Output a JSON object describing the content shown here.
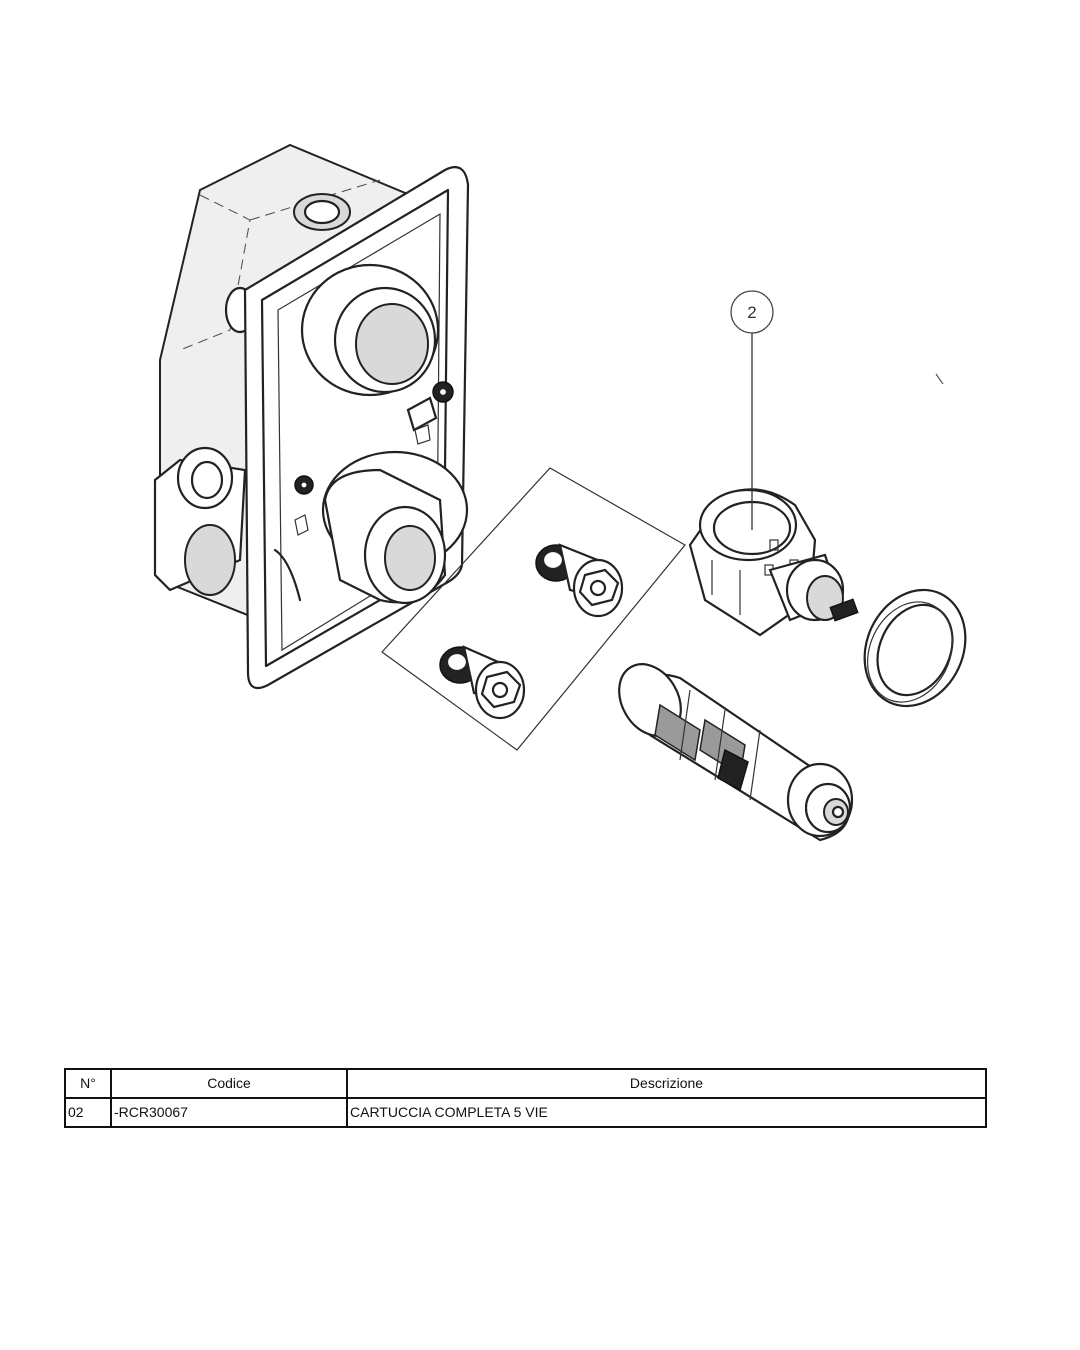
{
  "callout": {
    "number": "2"
  },
  "parts_table": {
    "headers": {
      "number": "N°",
      "code": "Codice",
      "description": "Descrizione"
    },
    "rows": [
      {
        "number": "02",
        "code": "-RCR30067",
        "description": "CARTUCCIA COMPLETA 5 VIE"
      }
    ]
  }
}
